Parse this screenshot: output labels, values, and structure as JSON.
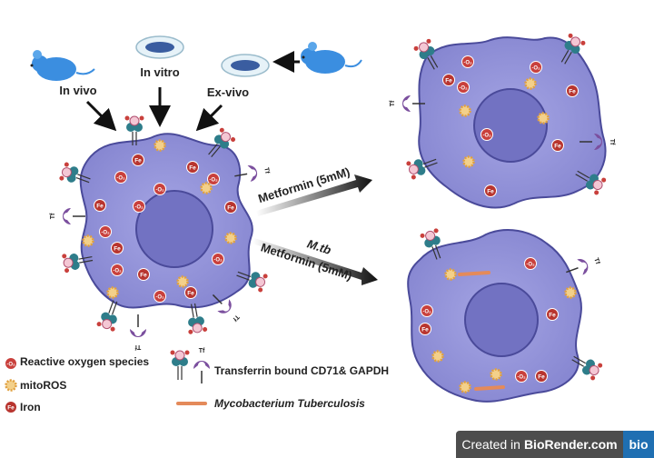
{
  "sources": {
    "in_vivo": "In vivo",
    "in_vitro": "In vitro",
    "ex_vivo": "Ex-vivo"
  },
  "arrows": {
    "metformin_top": "Metformin (5mM)",
    "mtb_bottom": "M.tb",
    "metformin_bottom": "Metformin (5mM)"
  },
  "markers": {
    "ros_text": "·O₂",
    "iron_text": "Fe",
    "tf_text": "Tf"
  },
  "legend": {
    "ros": "Reactive oxygen species",
    "mitoros": "mitoROS",
    "iron": "Iron",
    "transferrin": "Transferrin bound CD71& GAPDH",
    "mtb": "Mycobacterium Tuberculosis"
  },
  "badge": {
    "created_in": "Created in",
    "brand": "BioRender.com",
    "logo": "bio"
  },
  "colors": {
    "cell_fill": "#8f8fd6",
    "cell_stroke": "#4a4a9a",
    "nucleus": "#7272c2",
    "ros_red": "#c9403c",
    "mito_orange": "#e0a040",
    "mtb_orange": "#e48a5a",
    "receptor_purple": "#7b4f9e",
    "receptor_teal": "#2e7d8a"
  }
}
